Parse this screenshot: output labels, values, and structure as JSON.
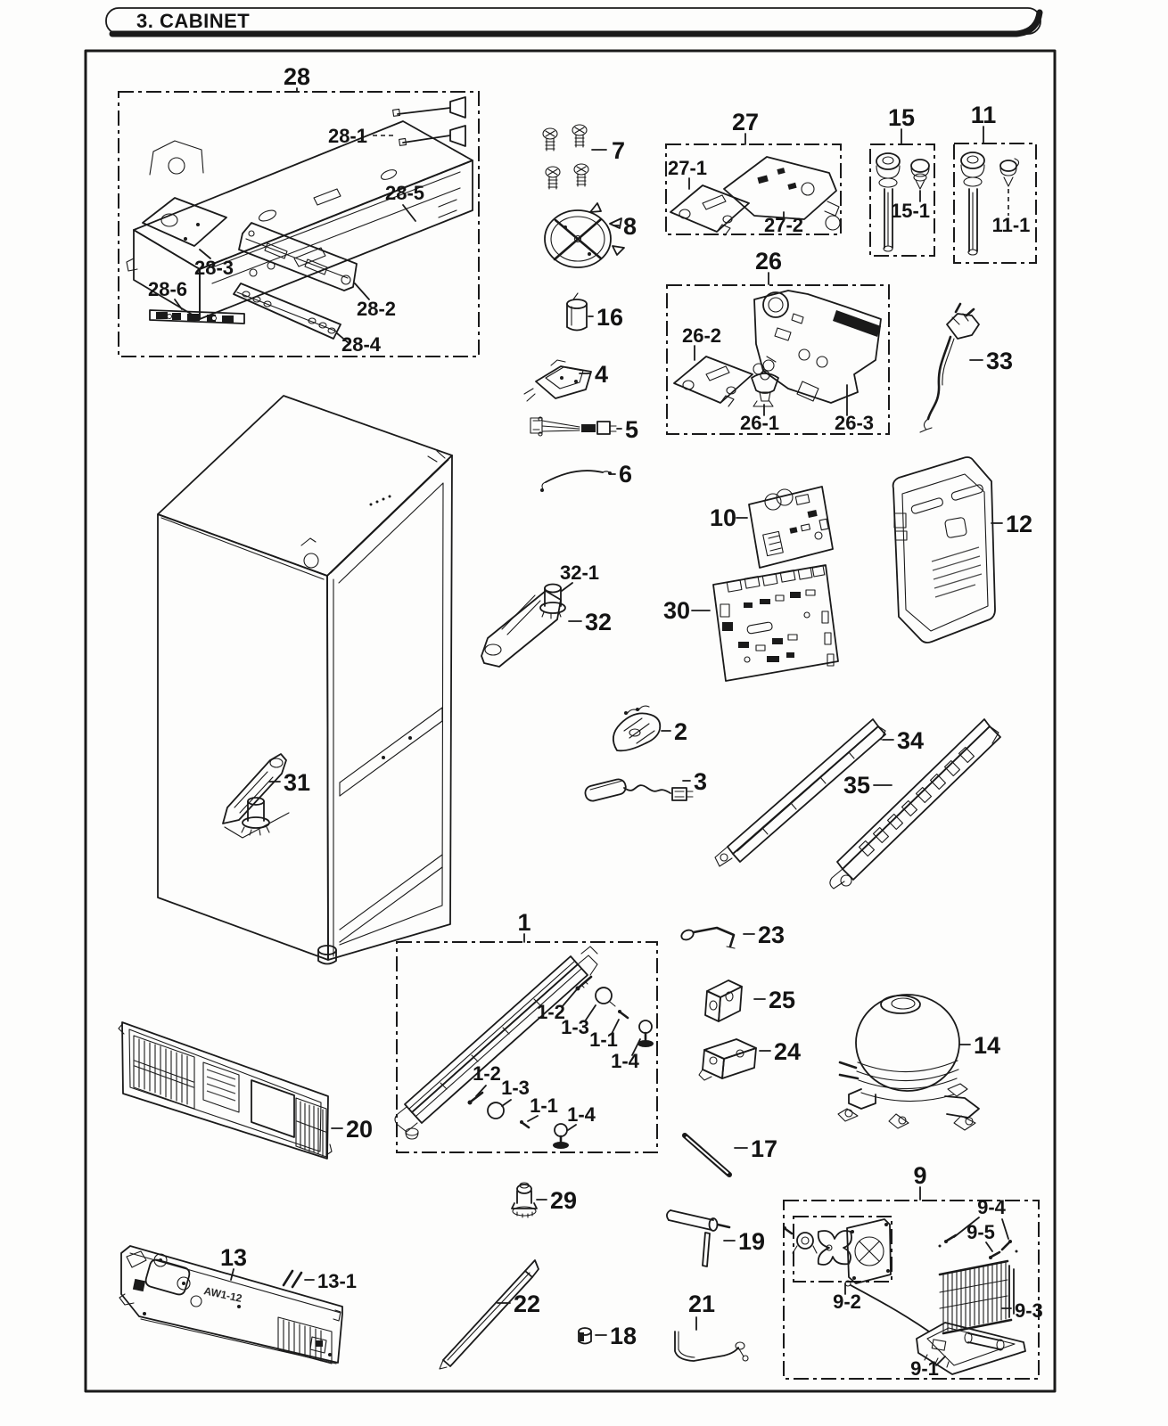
{
  "header": {
    "title": "3. CABINET"
  },
  "figure": {
    "panel13_code": "AW1-12",
    "labels": {
      "n1": "1",
      "n1_1": "1-1",
      "n1_2": "1-2",
      "n1_3": "1-3",
      "n1_4": "1-4",
      "n2": "2",
      "n3": "3",
      "n4": "4",
      "n5": "5",
      "n6": "6",
      "n7": "7",
      "n8": "8",
      "n9": "9",
      "n9_1": "9-1",
      "n9_2": "9-2",
      "n9_3": "9-3",
      "n9_4": "9-4",
      "n9_5": "9-5",
      "n10": "10",
      "n11": "11",
      "n11_1": "11-1",
      "n12": "12",
      "n13": "13",
      "n13_1": "13-1",
      "n14": "14",
      "n15": "15",
      "n15_1": "15-1",
      "n16": "16",
      "n17": "17",
      "n18": "18",
      "n19": "19",
      "n20": "20",
      "n21": "21",
      "n22": "22",
      "n23": "23",
      "n24": "24",
      "n25": "25",
      "n26": "26",
      "n26_1": "26-1",
      "n26_2": "26-2",
      "n26_3": "26-3",
      "n27": "27",
      "n27_1": "27-1",
      "n27_2": "27-2",
      "n28": "28",
      "n28_1": "28-1",
      "n28_2": "28-2",
      "n28_3": "28-3",
      "n28_4": "28-4",
      "n28_5": "28-5",
      "n28_6": "28-6",
      "n29": "29",
      "n30": "30",
      "n31": "31",
      "n32": "32",
      "n32_1": "32-1",
      "n33": "33",
      "n34": "34",
      "n35": "35"
    }
  }
}
